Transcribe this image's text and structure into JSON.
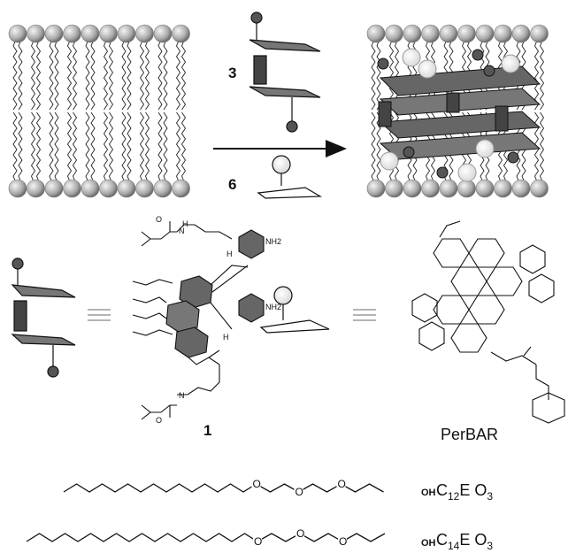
{
  "scheme": {
    "reagent_top_number": "3",
    "reagent_bottom_number": "6",
    "compound_number": "1",
    "dye_name": "PerBAR"
  },
  "surfactants": [
    {
      "formula_prefix": "C",
      "chain_subscript": "12",
      "formula_middle": "E O",
      "eo_subscript": "3",
      "end_group": "OH"
    },
    {
      "formula_prefix": "C",
      "chain_subscript": "14",
      "formula_middle": "E O",
      "eo_subscript": "3",
      "end_group": "OH"
    }
  ],
  "ether_oxygen": "O",
  "amine_labels": {
    "nh": "H",
    "n": "N",
    "nh2": "NH2",
    "o": "O"
  },
  "colors": {
    "headgroup": "#bdbdbd",
    "dark_block": "#555555",
    "ink": "#111111",
    "white_ball": "#f2f2f2"
  }
}
